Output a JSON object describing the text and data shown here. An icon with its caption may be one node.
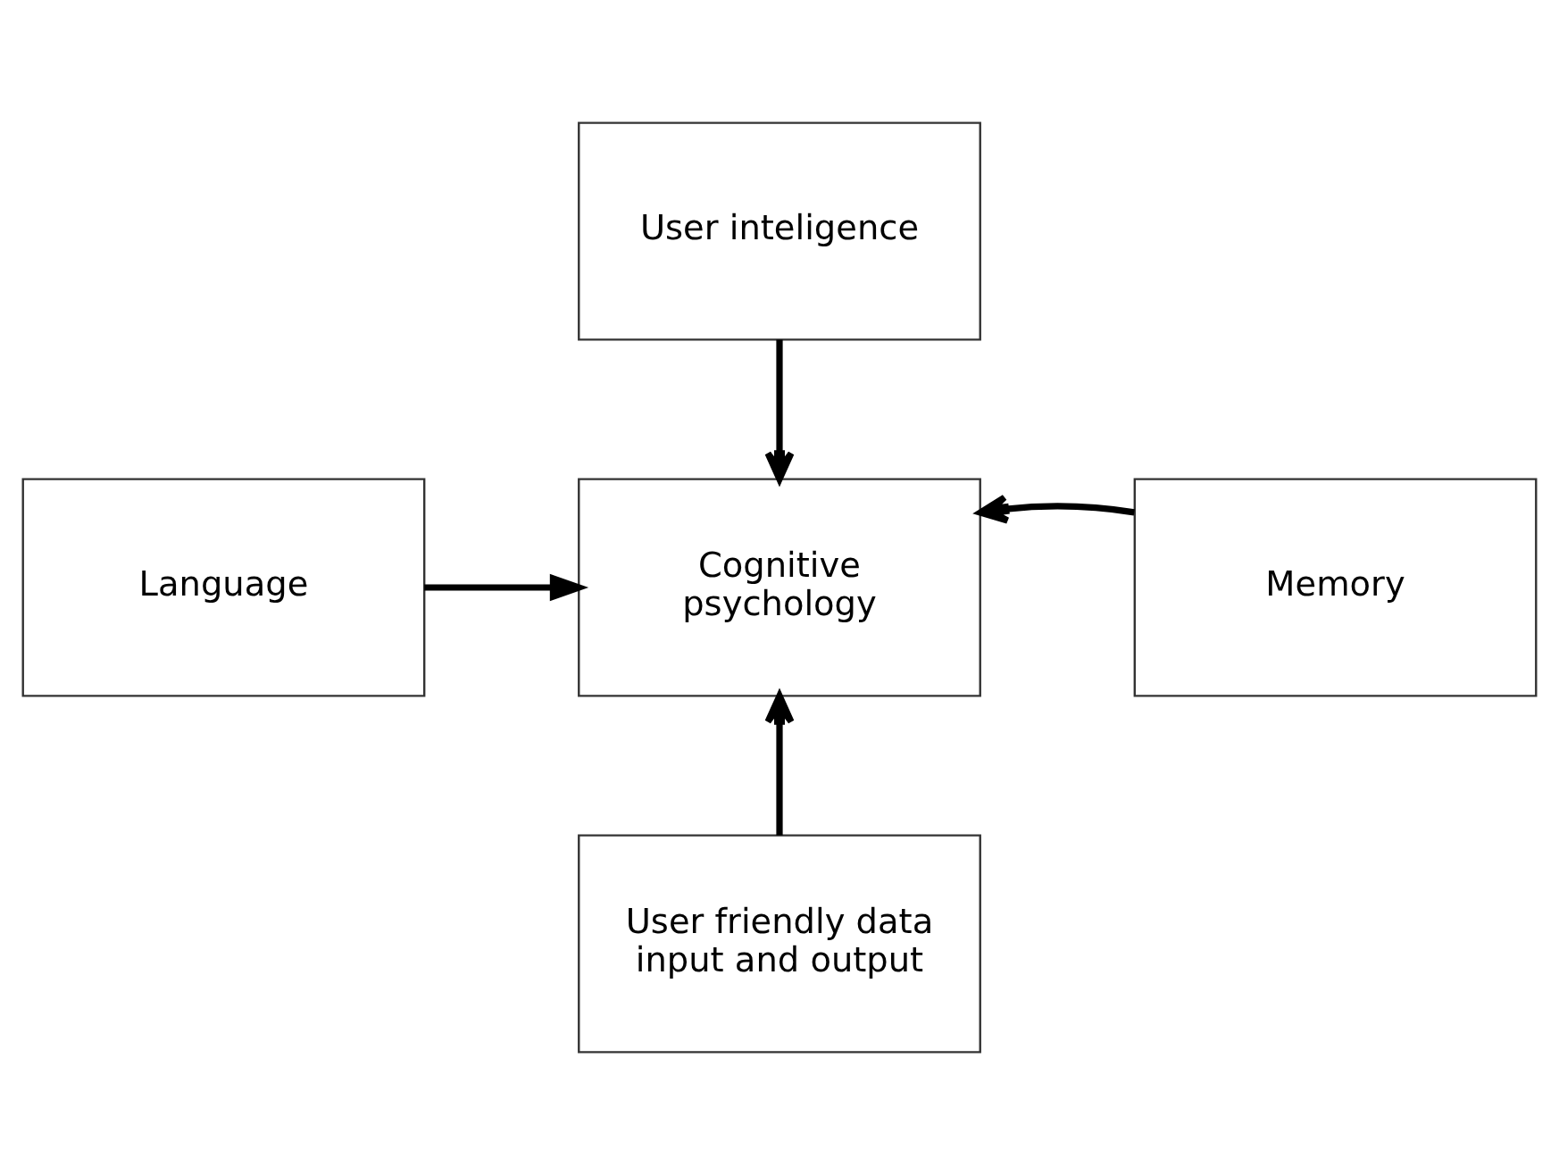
{
  "diagram": {
    "nodes": [
      {
        "text": [
          "User inteligence"
        ]
      },
      {
        "text": [
          "Language"
        ]
      },
      {
        "text": [
          "Cognitive psychology"
        ]
      },
      {
        "text": [
          "Memory"
        ]
      },
      {
        "text": [
          "User friendly data input and output"
        ]
      }
    ],
    "edges": [
      {
        "from": 0,
        "to": 2,
        "arrow": "to"
      },
      {
        "from": 1,
        "to": 2,
        "arrow": "to"
      },
      {
        "from": 3,
        "to": 2,
        "arrow": "to"
      },
      {
        "from": 4,
        "to": 2,
        "arrow": "to"
      }
    ]
  }
}
